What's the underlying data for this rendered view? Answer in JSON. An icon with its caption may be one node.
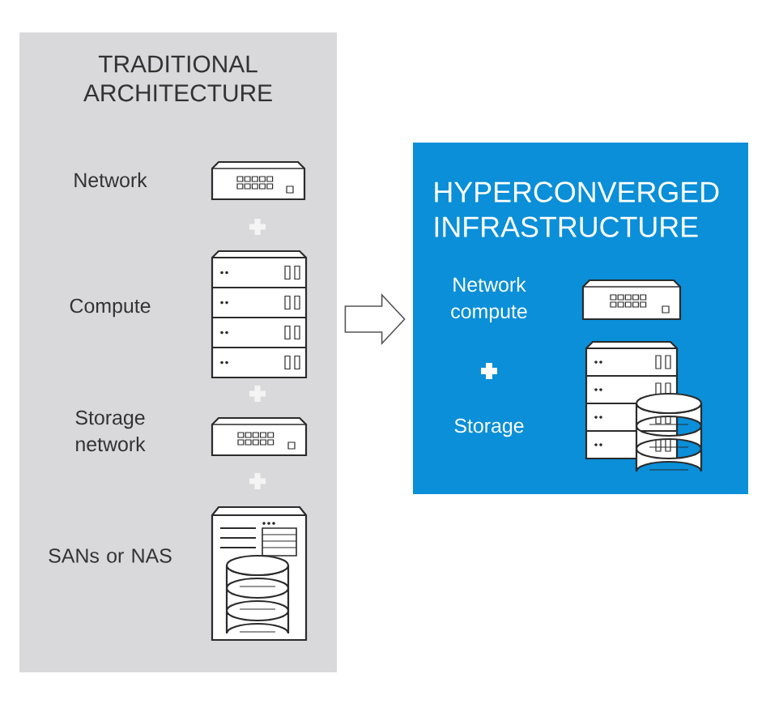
{
  "diagram": {
    "nodes": [
      {
        "text": [
          "TRADITIONAL ARCHITECTURE"
        ]
      },
      {
        "text": [
          "HYPERCONVERGED INFRASTRUCTURE"
        ]
      }
    ],
    "edges": [
      {
        "from": 0,
        "to": 1,
        "arrow": "to"
      }
    ],
    "labels": [
      "Network",
      "Compute",
      "Storage network",
      "SANs or NAS",
      "Network compute",
      "Storage"
    ]
  }
}
